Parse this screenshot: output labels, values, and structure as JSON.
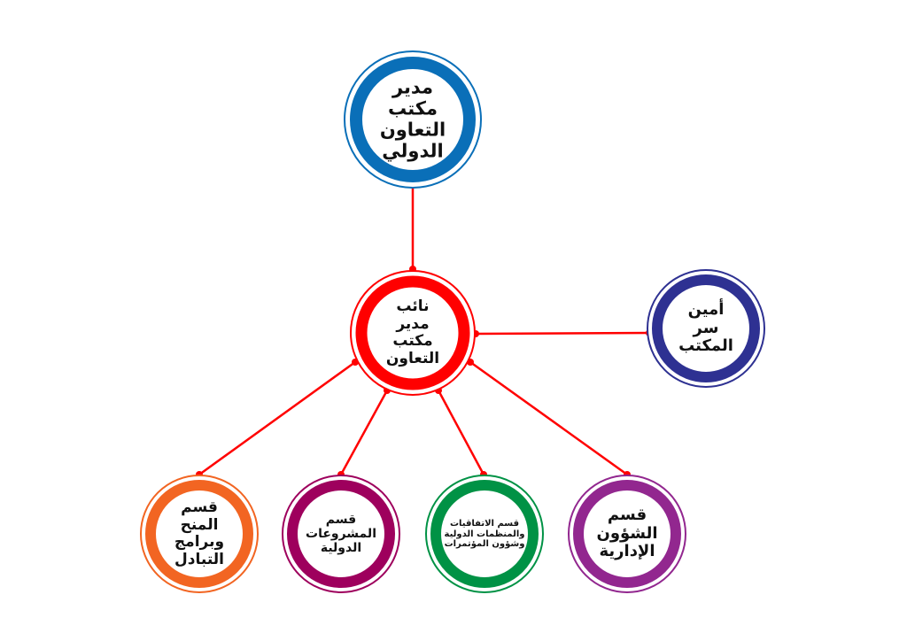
{
  "colors": {
    "connector": "#ff0000",
    "top": "#0a6fb8",
    "middle": "#ff0000",
    "secretary": "#2e3192",
    "grants": "#f26522",
    "projects": "#9e005d",
    "agreements": "#009245",
    "admin": "#92278f"
  },
  "nodes": {
    "director": {
      "lines": [
        "مدير",
        "مكتب",
        "التعاون",
        "الدولي"
      ]
    },
    "deputy": {
      "lines": [
        "نائب",
        "مدير",
        "مكتب",
        "التعاون"
      ]
    },
    "secretary": {
      "lines": [
        "أمين",
        "سر",
        "المكتب"
      ]
    },
    "grants": {
      "lines": [
        "قسم",
        "المنح",
        "وبرامج",
        "التبادل"
      ]
    },
    "projects": {
      "lines": [
        "قسم",
        "المشروعات",
        "الدولية"
      ]
    },
    "agreements": {
      "lines": [
        "قسم الاتفاقيات",
        "والمنظمات الدولية",
        "وشؤون المؤتمرات"
      ]
    },
    "admin": {
      "lines": [
        "قسم",
        "الشؤون",
        "الإدارية"
      ]
    }
  }
}
